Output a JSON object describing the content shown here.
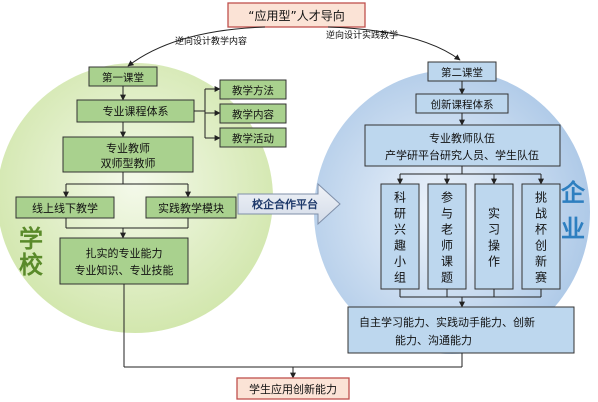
{
  "top": {
    "title": "“应用型”人才导向"
  },
  "arrows": {
    "left_label": "逆向设计教学内容",
    "right_label": "逆向设计实践教学"
  },
  "school": {
    "side_label": [
      "学",
      "校"
    ],
    "first_class": "第一课堂",
    "course_system": "专业课程体系",
    "course_items": [
      "教学方法",
      "教学内容",
      "教学活动"
    ],
    "teachers": [
      "专业教师",
      "双师型教师"
    ],
    "teaching_online": "线上线下教学",
    "practice_module": "实践教学模块",
    "skills": [
      "扎实的专业能力",
      "专业知识、专业技能"
    ]
  },
  "platform": {
    "label": "校企合作平台"
  },
  "enterprise": {
    "side_label": [
      "企",
      "业"
    ],
    "second_class": "第二课堂",
    "innovation_system": "创新课程体系",
    "team": [
      "专业教师队伍",
      "产学研平台研究人员、学生队伍"
    ],
    "columns": [
      [
        "科",
        "研",
        "兴",
        "趣",
        "小",
        "组"
      ],
      [
        "参",
        "与",
        "老",
        "师",
        "课",
        "题"
      ],
      [
        "实",
        "习",
        "操",
        "作"
      ],
      [
        "挑",
        "战",
        "杯",
        "创",
        "新",
        "赛"
      ]
    ],
    "abilities": [
      "自主学习能力、实践动手能力、创新",
      "能力、沟通能力"
    ]
  },
  "bottom": {
    "label": "学生应用创新能力"
  },
  "colors": {
    "school_fill": "#e2f0c8",
    "enterprise_fill": "#c7daf0",
    "school_box": "#a9d18e",
    "enterprise_box": "#bdd7ee",
    "school_text": "#5a8a2a",
    "enterprise_text": "#2e7fc0",
    "top_box": "#fbe3d6",
    "top_border": "#c0504d",
    "bottom_box": "#fbe3d6"
  }
}
